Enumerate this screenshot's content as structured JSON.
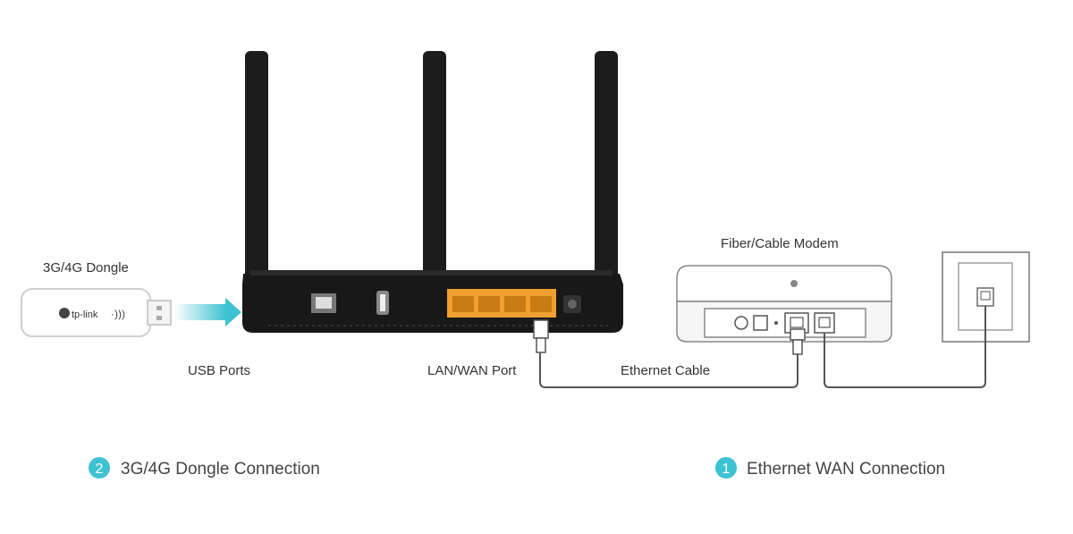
{
  "labels": {
    "dongle": "3G/4G Dongle",
    "usb_ports": "USB Ports",
    "lan_wan_port": "LAN/WAN Port",
    "ethernet_cable": "Ethernet Cable",
    "modem": "Fiber/Cable Modem"
  },
  "dongle_brand": "tp-link",
  "legend": [
    {
      "number": "2",
      "text": "3G/4G Dongle Connection"
    },
    {
      "number": "1",
      "text": "Ethernet WAN Connection"
    }
  ],
  "colors": {
    "accent": "#3dc2d1",
    "router_body": "#1a1a1a",
    "port_orange": "#f0a030",
    "line": "#555555"
  }
}
